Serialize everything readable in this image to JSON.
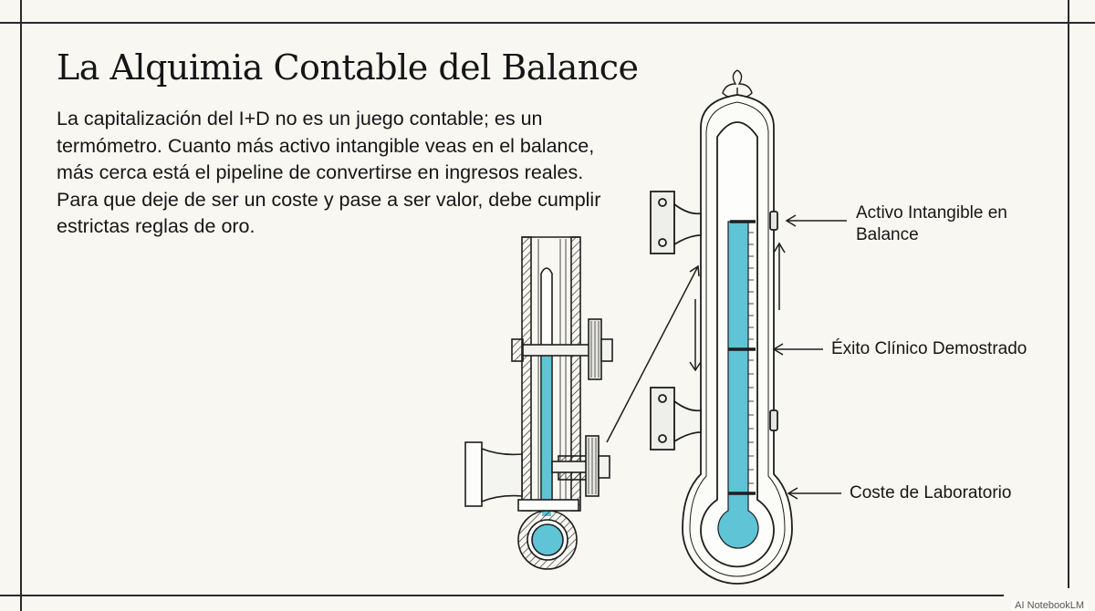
{
  "slide": {
    "title": "La Alquimia Contable del Balance",
    "body": "La capitalización del I+D no es un juego contable; es un termómetro. Cuanto más activo intangible veas en el balance, más cerca está el pipeline de convertirse en ingresos reales. Para que deje de ser un coste y pase a ser valor, debe cumplir estrictas reglas de oro.",
    "labels": {
      "top": "Activo Intangible en Balance",
      "middle": "Éxito Clínico Demostrado",
      "bottom": "Coste de Laboratorio"
    },
    "watermark": "AI NotebookLM",
    "colors": {
      "background": "#f8f7f2",
      "liquid": "#5ec4d6",
      "ink": "#1a1a1a"
    }
  }
}
